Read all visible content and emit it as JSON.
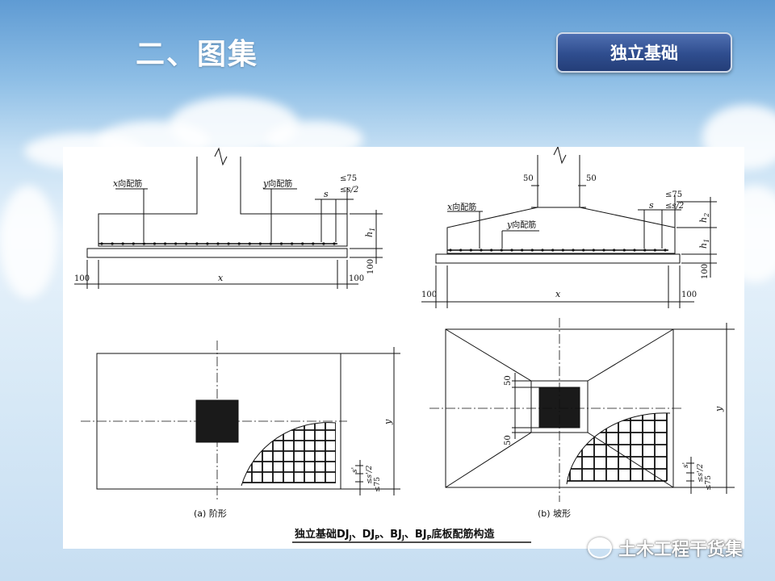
{
  "slide": {
    "title": "二、图集",
    "tab_label": "独立基础"
  },
  "drawing": {
    "caption": "独立基础DJ",
    "caption_tail": "底板配筋构造",
    "subscripts": {
      "j": "J",
      "p": "P"
    },
    "separator": "、",
    "caption_parts": [
      "、DJ",
      "、BJ",
      "、BJ"
    ],
    "view_a": {
      "label": "(a) 阶形",
      "x_bar_label": "x",
      "x_bar_suffix": "向配筋",
      "y_bar_label": "y",
      "y_bar_suffix": "向配筋",
      "dim_side": "100",
      "dim_x": "x",
      "dim_h1": "h",
      "dim_h1_sub": "1",
      "dim_bottom": "100",
      "dim_s": "s",
      "dim_le75": "≤75",
      "dim_le_s2": "≤s/2",
      "dim_y": "y",
      "dim_s_prime": "s'",
      "dim_s_prime_half": "≤s'/2",
      "dim_le75_plan": "≤75"
    },
    "view_b": {
      "label": "(b) 坡形",
      "x_bar_label": "x",
      "x_bar_suffix": "向配筋",
      "y_bar_label": "y",
      "y_bar_suffix": "向配筋",
      "dim_50": "50",
      "dim_side": "100",
      "dim_x": "x",
      "dim_h": "h",
      "dim_h2_sub": "2",
      "dim_h1_sub": "1",
      "dim_bottom": "100",
      "dim_s": "s",
      "dim_le75": "≤75",
      "dim_le_s2": "≤s/2",
      "dim_y": "y",
      "dim_s_prime": "s'",
      "dim_s_prime_half": "≤s'/2",
      "dim_le75_plan": "≤75"
    }
  },
  "watermark": {
    "text": "土木工程干货集",
    "icon": "wechat-icon"
  },
  "colors": {
    "ink": "#111111",
    "panel": "#ffffff",
    "tab_bg": "#2f4d8e"
  }
}
